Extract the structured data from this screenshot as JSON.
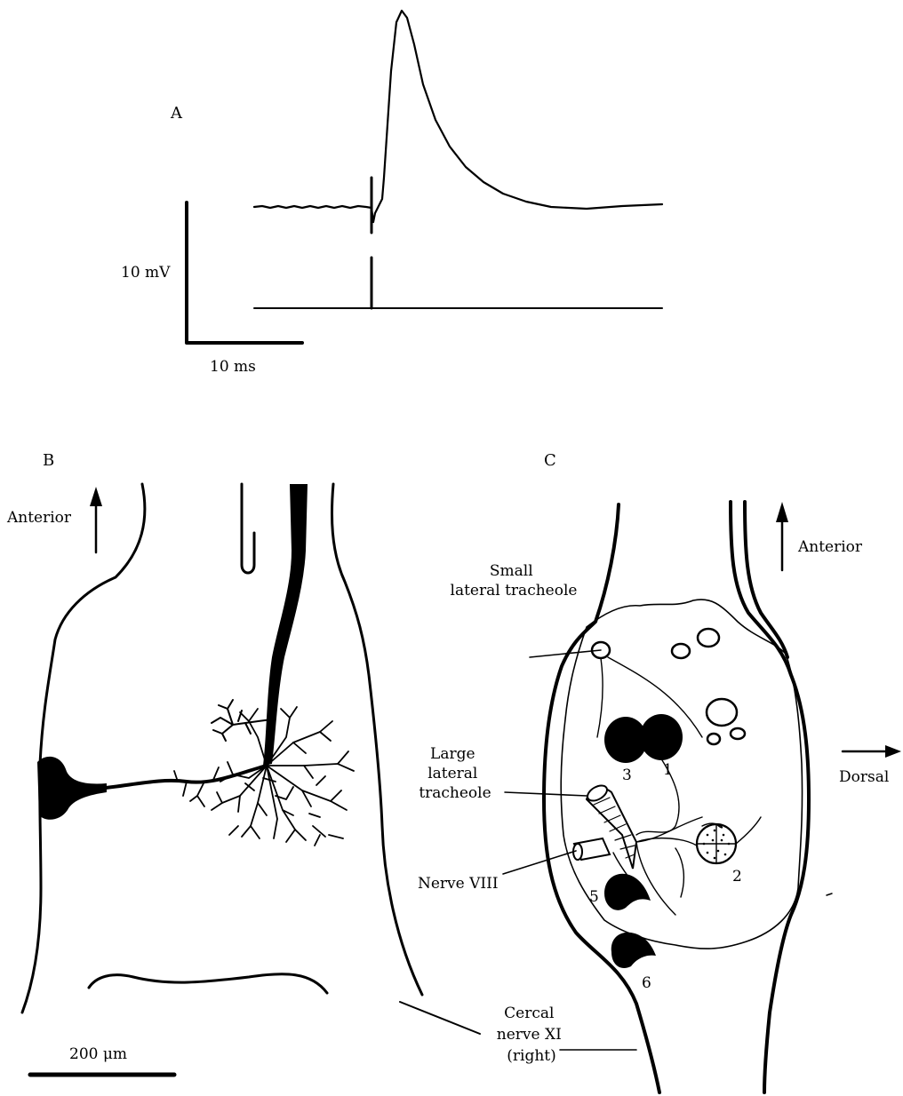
{
  "panels": {
    "a": {
      "letter": "A",
      "scale_voltage": "10 mV",
      "scale_time": "10 ms"
    },
    "b": {
      "letter": "B",
      "anterior": "Anterior",
      "scale_bar": "200 μm"
    },
    "c": {
      "letter": "C",
      "anterior": "Anterior",
      "dorsal": "Dorsal",
      "small_tracheole": [
        "Small",
        "lateral tracheole"
      ],
      "large_tracheole": [
        "Large",
        "lateral",
        "tracheole"
      ],
      "nerve_viii": "Nerve VIII",
      "cercal_nerve": [
        "Cercal",
        "nerve XI",
        "(right)"
      ],
      "cells": [
        "3",
        "1",
        "2",
        "5",
        "6"
      ]
    }
  }
}
